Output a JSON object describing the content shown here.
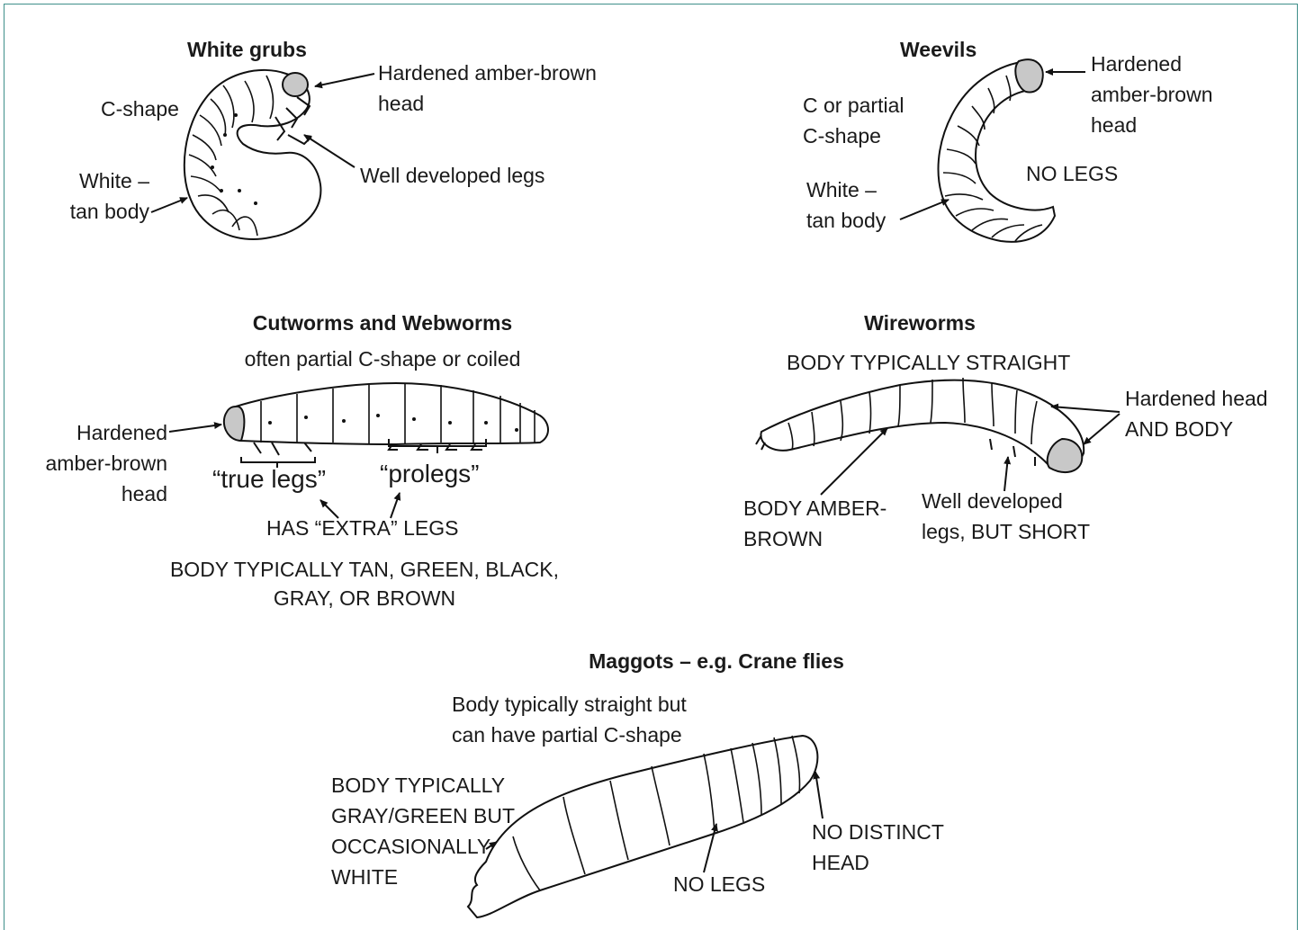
{
  "panels": {
    "white_grubs": {
      "title": "White grubs",
      "shape": "C-shape",
      "head_1": "Hardened amber-brown",
      "head_2": "head",
      "legs": "Well developed legs",
      "body_1": "White –",
      "body_2": "tan body"
    },
    "weevils": {
      "title": "Weevils",
      "shape_1": "C or partial",
      "shape_2": "C-shape",
      "head_1": "Hardened",
      "head_2": "amber-brown",
      "head_3": "head",
      "legs": "NO LEGS",
      "body_1": "White –",
      "body_2": "tan body"
    },
    "cutworms": {
      "title": "Cutworms and Webworms",
      "shape": "often partial C-shape or coiled",
      "head_1": "Hardened",
      "head_2": "amber-brown",
      "head_3": "head",
      "true_legs": "“true legs”",
      "prolegs": "“prolegs”",
      "extra_legs": "HAS “EXTRA” LEGS",
      "color_1": "BODY TYPICALLY TAN, GREEN, BLACK,",
      "color_2": "GRAY, OR BROWN"
    },
    "wireworms": {
      "title": "Wireworms",
      "shape": "BODY TYPICALLY STRAIGHT",
      "hard_1": "Hardened head",
      "hard_2": "AND BODY",
      "color_1": "BODY AMBER-",
      "color_2": "BROWN",
      "legs_1": "Well developed",
      "legs_2": "legs, BUT SHORT"
    },
    "maggots": {
      "title": "Maggots – e.g. Crane flies",
      "shape_1": "Body typically straight but",
      "shape_2": "can have partial C-shape",
      "color_1": "BODY TYPICALLY",
      "color_2": "GRAY/GREEN BUT",
      "color_3": "OCCASIONALLY",
      "color_4": "WHITE",
      "legs": "NO LEGS",
      "head_1": "NO DISTINCT",
      "head_2": "HEAD"
    }
  },
  "colors": {
    "border": "#3f8f8a",
    "head_fill": "#c8c8c8",
    "line": "#111111"
  }
}
